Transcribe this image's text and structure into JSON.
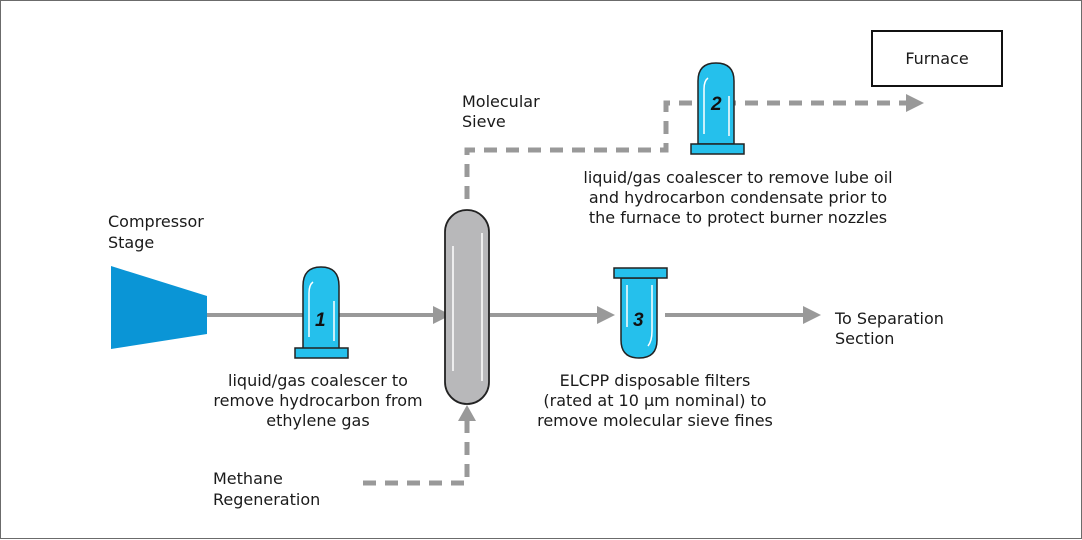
{
  "diagram": {
    "colors": {
      "compressor": "#0a95d6",
      "filter_vessel": "#25c0ec",
      "sieve_column": "#b8b8ba",
      "pipe": "#999999",
      "text": "#1a1a1a",
      "border": "#6b6b6b"
    },
    "labels": {
      "compressor_line1": "Compressor",
      "compressor_line2": "Stage",
      "sieve_line1": "Molecular",
      "sieve_line2": "Sieve",
      "furnace": "Furnace",
      "separation_line1": "To Separation",
      "separation_line2": "Section",
      "methane_line1": "Methane",
      "methane_line2": "Regeneration"
    },
    "filters": [
      {
        "number": "1",
        "description": [
          "liquid/gas coalescer to",
          "remove hydrocarbon from",
          "ethylene gas"
        ]
      },
      {
        "number": "2",
        "description": [
          "liquid/gas coalescer to remove lube oil",
          "and hydrocarbon condensate prior to",
          "the furnace to protect burner nozzles"
        ]
      },
      {
        "number": "3",
        "description": [
          "ELCPP disposable filters",
          "(rated at 10 µm nominal) to",
          "remove molecular sieve fines"
        ]
      }
    ]
  }
}
